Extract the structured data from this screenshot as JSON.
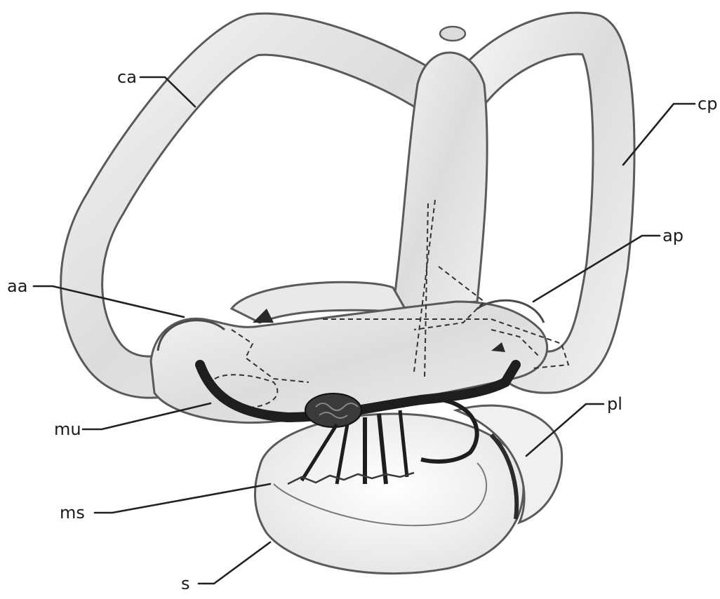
{
  "labels": {
    "ca": "ca",
    "cp": "cp",
    "ap": "ap",
    "aa": "aa",
    "mu": "mu",
    "pl": "pl",
    "ms": "ms",
    "s": "s"
  },
  "colors": {
    "background": "#ffffff",
    "outline": "#555555",
    "tube_fill": "#e6e6e6",
    "nerve": "#1e1e1e",
    "label_text": "#1a1a1a"
  }
}
